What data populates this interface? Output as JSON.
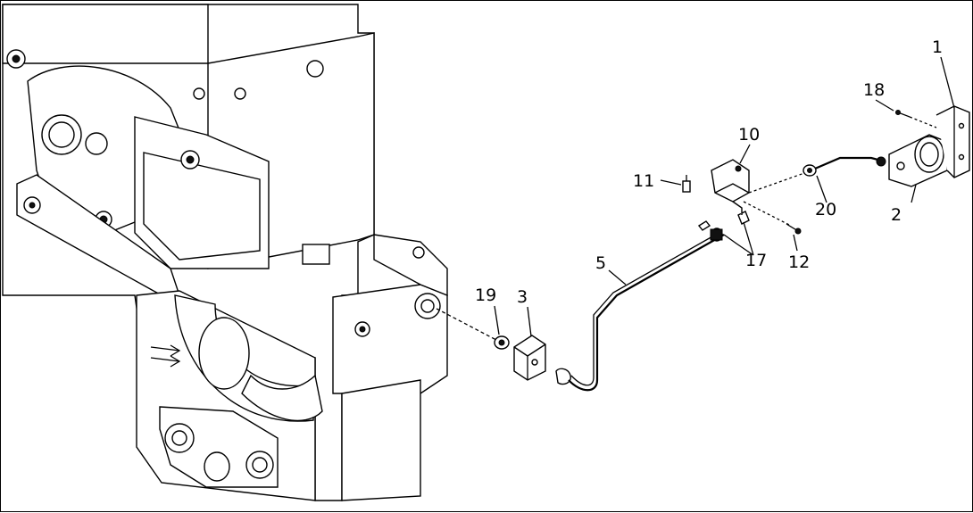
{
  "diagram": {
    "callouts": [
      {
        "id": "c1",
        "text": "1"
      },
      {
        "id": "c2",
        "text": "2"
      },
      {
        "id": "c3",
        "text": "3"
      },
      {
        "id": "c5",
        "text": "5"
      },
      {
        "id": "c10",
        "text": "10"
      },
      {
        "id": "c11",
        "text": "11"
      },
      {
        "id": "c12",
        "text": "12"
      },
      {
        "id": "c17",
        "text": "17"
      },
      {
        "id": "c18",
        "text": "18"
      },
      {
        "id": "c19",
        "text": "19"
      },
      {
        "id": "c20",
        "text": "20"
      }
    ]
  }
}
